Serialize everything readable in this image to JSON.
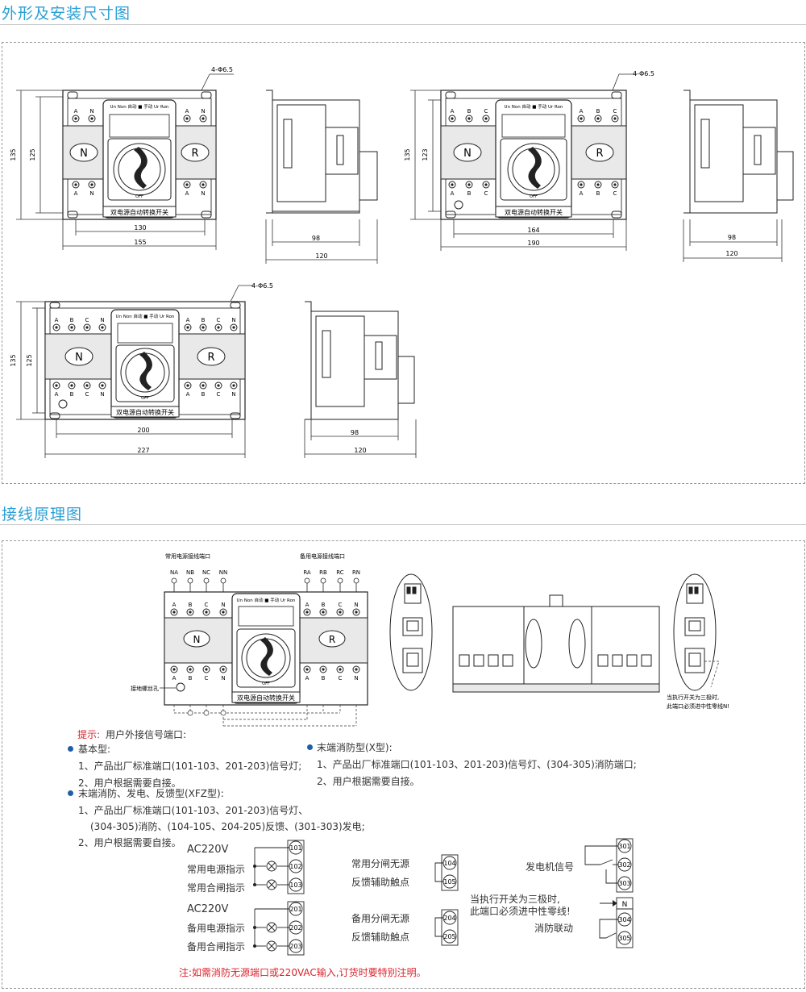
{
  "section1": {
    "title": "外形及安装尺寸图"
  },
  "section2": {
    "title": "接线原理图"
  },
  "device": {
    "N": "N",
    "R": "R",
    "indicator_labels": "Un Non 自动 ■ 手动 Ur Ron",
    "bottom_label": "双电源自动转换开关",
    "off_label": "OFF",
    "phases2": [
      "A",
      "N"
    ],
    "phases3": [
      "A",
      "B",
      "C"
    ],
    "phases4": [
      "A",
      "B",
      "C",
      "N"
    ]
  },
  "dims": {
    "holes": "4-Φ6.5",
    "d1": {
      "h_outer": "135",
      "h_inner": "125",
      "w_inner": "130",
      "w_outer": "155"
    },
    "s1": {
      "w_inner": "98",
      "w_outer": "120"
    },
    "d2": {
      "h_outer": "135",
      "h_inner": "123",
      "w_inner": "164",
      "w_outer": "190"
    },
    "s2": {
      "w_inner": "98",
      "w_outer": "120"
    },
    "d3": {
      "h_outer": "135",
      "h_inner": "125",
      "w_inner": "200",
      "w_outer": "227"
    },
    "s3": {
      "w_inner": "98",
      "w_outer": "120"
    }
  },
  "wiring": {
    "normal_port": "常用电源接线端口",
    "standby_port": "备用电源接线端口",
    "top_normal": [
      "NA",
      "NB",
      "NC",
      "NN"
    ],
    "top_standby": [
      "RA",
      "RB",
      "RC",
      "RN"
    ],
    "ground": "接地螺丝孔",
    "three_pole_note": [
      "当执行开关为三极时,",
      "此端口必须进中性零线N!"
    ]
  },
  "notes": {
    "hint_red": "提示:",
    "hint": "用户外接信号端口:",
    "basic": "基本型:",
    "basic_1": "1、产品出厂标准端口(101-103、201-203)信号灯;",
    "basic_2": "2、用户根据需要自接。",
    "xfz": "末端消防、发电、反馈型(XFZ型):",
    "xfz_1": "1、产品出厂标准端口(101-103、201-203)信号灯、",
    "xfz_1b": "(304-305)消防、(104-105、204-205)反馈、(301-303)发电;",
    "xfz_2": "2、用户根据需要自接。",
    "x": "末端消防型(X型):",
    "x_1": "1、产品出厂标准端口(101-103、201-203)信号灯、(304-305)消防端口;",
    "x_2": "2、用户根据需要自接。"
  },
  "terminals": {
    "ac1": "AC220V",
    "normal_power": "常用电源指示",
    "normal_close": "常用合闸指示",
    "ac2": "AC220V",
    "standby_power": "备用电源指示",
    "standby_close": "备用合闸指示",
    "t_101": "101",
    "t_102": "102",
    "t_103": "103",
    "t_201": "201",
    "t_202": "202",
    "t_203": "203",
    "fb_normal_1": "常用分闸无源",
    "fb_normal_2": "反馈辅助触点",
    "t_104": "104",
    "t_105": "105",
    "fb_standby_1": "备用分闸无源",
    "fb_standby_2": "反馈辅助触点",
    "t_204": "204",
    "t_205": "205",
    "gen": "发电机信号",
    "t_301": "301",
    "t_302": "302",
    "t_303": "303",
    "three_pole_1": "当执行开关为三极时,",
    "three_pole_2": "此端口必须进中性零线!",
    "t_N": "N",
    "fire": "消防联动",
    "t_304": "304",
    "t_305": "305"
  },
  "footer_note": "注:如需消防无源端口或220VAC输入,订货时要特别注明。"
}
